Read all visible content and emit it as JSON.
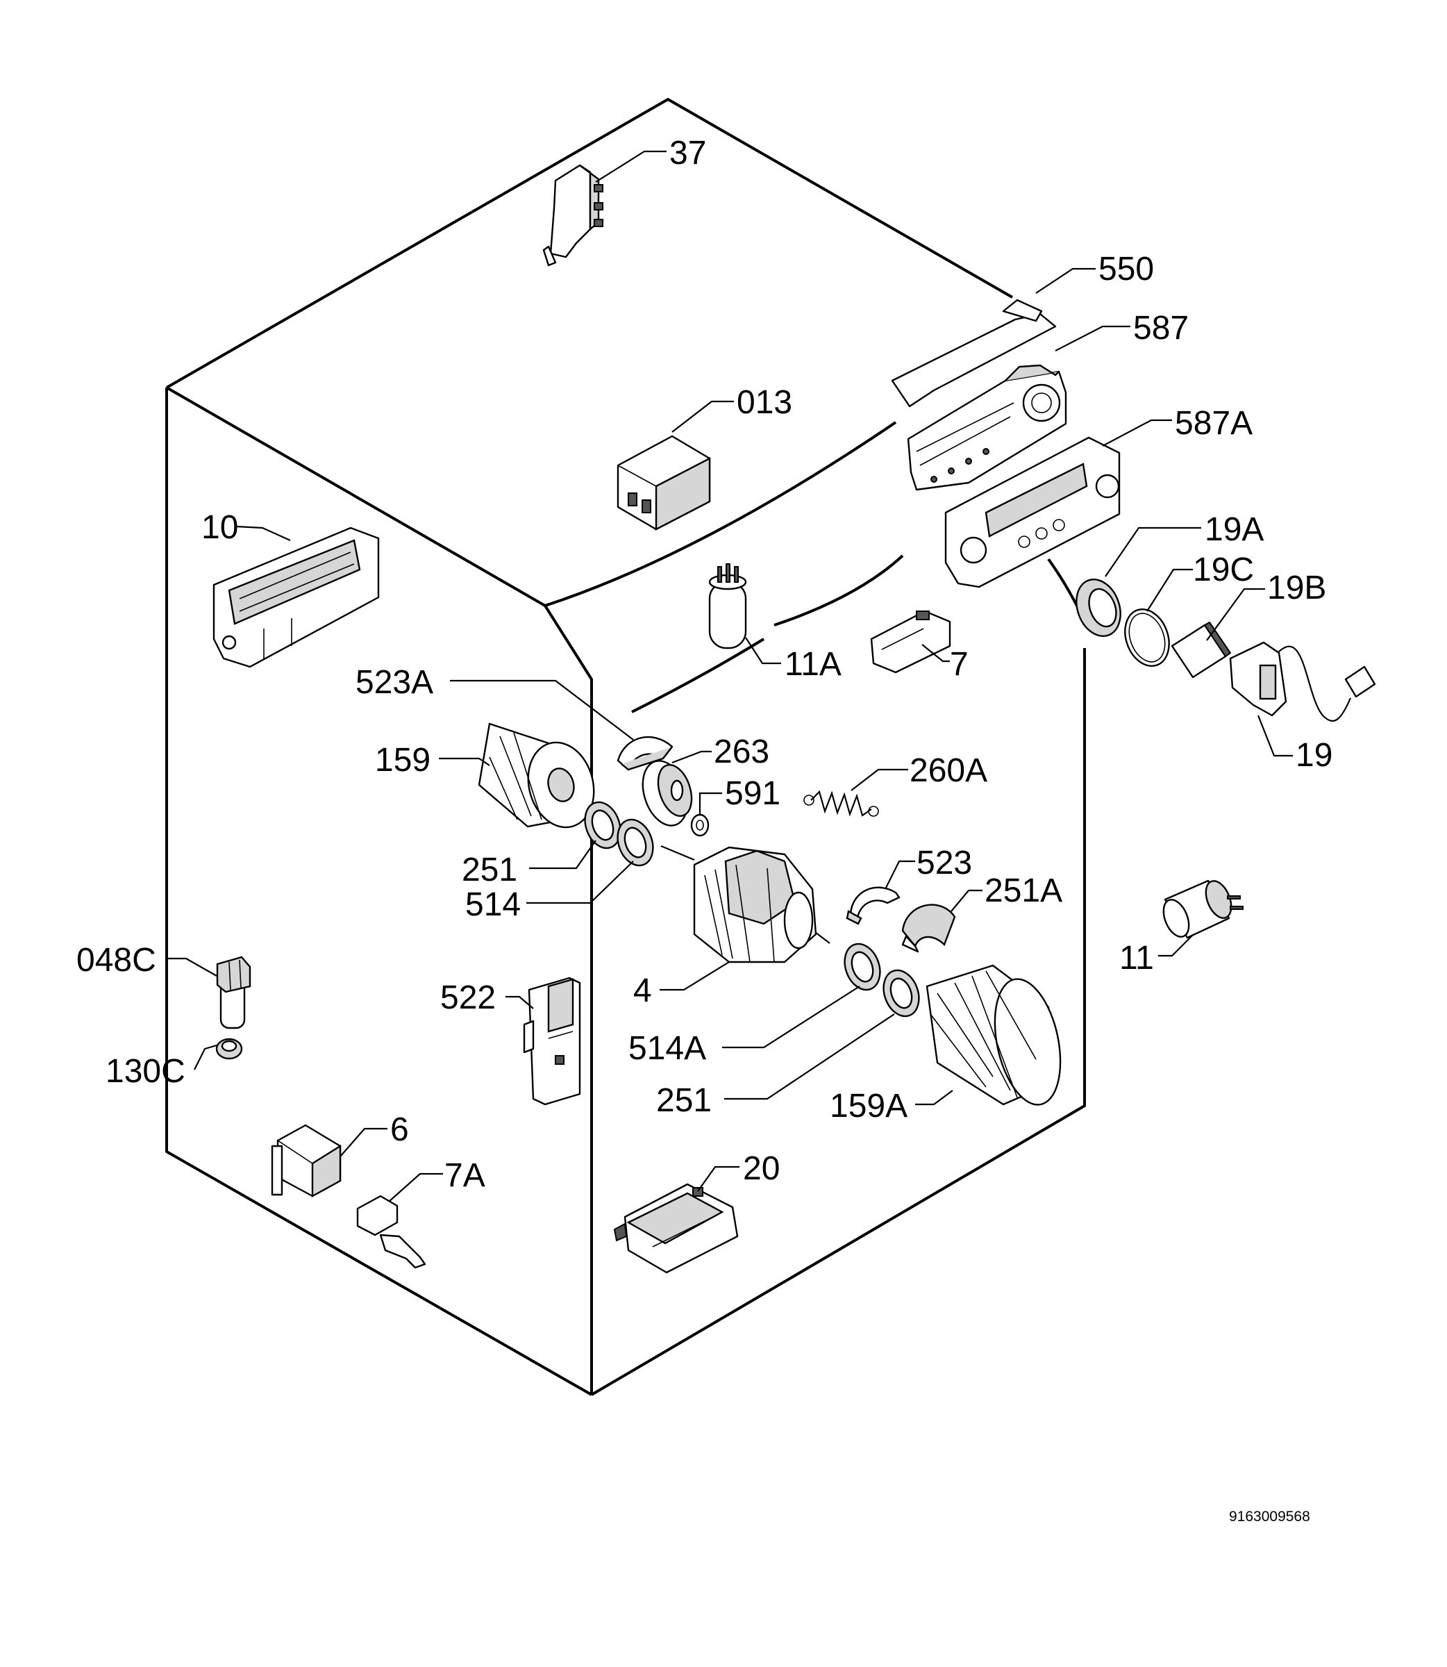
{
  "labels": {
    "p37": "37",
    "p550": "550",
    "p587": "587",
    "p587A": "587A",
    "p013": "013",
    "p10": "10",
    "p19A": "19A",
    "p19C": "19C",
    "p19B": "19B",
    "p19": "19",
    "p11A": "11A",
    "p7": "7",
    "p523A": "523A",
    "p159": "159",
    "p263": "263",
    "p591": "591",
    "p260A": "260A",
    "p251_upper": "251",
    "p514": "514",
    "p523": "523",
    "p251A": "251A",
    "p048C": "048C",
    "p4": "4",
    "p11": "11",
    "p522": "522",
    "p514A": "514A",
    "p130C": "130C",
    "p251_lower": "251",
    "p159A": "159A",
    "p6": "6",
    "p20": "20",
    "p7A": "7A"
  },
  "document_number": "9163009568"
}
